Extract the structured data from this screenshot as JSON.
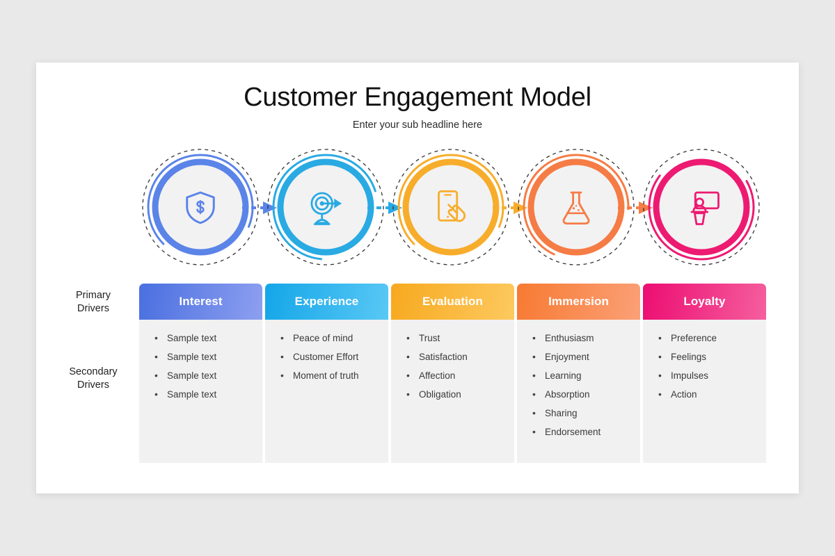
{
  "slide": {
    "title": "Customer Engagement Model",
    "subtitle": "Enter your sub headline here"
  },
  "row_labels": {
    "primary": "Primary\nDrivers",
    "primary_line1": "Primary",
    "primary_line2": "Drivers",
    "secondary_line1": "Secondary",
    "secondary_line2": "Drivers"
  },
  "stages": [
    {
      "label": "Interest",
      "icon": "shield-dollar-icon",
      "color": "#5b84e8",
      "color_light": "#8aa4ee",
      "header_from": "#4a6fe0",
      "header_to": "#8d9ff0",
      "items": [
        "Sample text",
        "Sample text",
        "Sample text",
        "Sample text"
      ]
    },
    {
      "label": "Experience",
      "icon": "target-dartboard-icon",
      "color": "#29aae3",
      "color_light": "#56c3f0",
      "header_from": "#14a6e8",
      "header_to": "#59c8f5",
      "items": [
        "Peace of mind",
        "Customer Effort",
        "Moment of truth"
      ]
    },
    {
      "label": "Evaluation",
      "icon": "smartphone-tap-icon",
      "color": "#f7ad2b",
      "color_light": "#fac45f",
      "header_from": "#f7a91f",
      "header_to": "#fdc95f",
      "items": [
        "Trust",
        "Satisfaction",
        "Affection",
        "Obligation"
      ]
    },
    {
      "label": "Immersion",
      "icon": "lab-flask-icon",
      "color": "#f57c45",
      "color_light": "#f99e6e",
      "header_from": "#f77a32",
      "header_to": "#fba077",
      "items": [
        "Enthusiasm",
        "Enjoyment",
        "Learning",
        "Absorption",
        "Sharing",
        "Endorsement"
      ]
    },
    {
      "label": "Loyalty",
      "icon": "podium-presenter-icon",
      "color": "#ed1a72",
      "color_light": "#f4559a",
      "header_from": "#ec0d72",
      "header_to": "#f55f9e",
      "items": [
        "Preference",
        "Feelings",
        "Impulses",
        "Action"
      ]
    }
  ],
  "bullet_glyph": "•",
  "colors": {
    "page_background": "#e9e9e9",
    "slide_background": "#ffffff",
    "panel_background": "#f1f1f1",
    "dashed_ring": "#333333",
    "circle_fill": "#f2f2f2"
  }
}
